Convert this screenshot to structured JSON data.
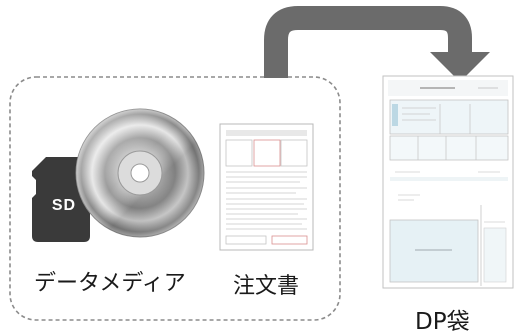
{
  "labels": {
    "data_media": "データメディア",
    "order_form": "注文書",
    "dp_bag": "DP袋"
  },
  "card": {
    "text": "SD"
  },
  "colors": {
    "arrow": "#6b6b6b",
    "sd_card": "#3a3a3a",
    "dashed_border": "#8c8c8c"
  },
  "icons": [
    "sd-card-icon",
    "cd-disc-icon",
    "order-form-document",
    "dp-bag-document",
    "curved-arrow-icon"
  ]
}
